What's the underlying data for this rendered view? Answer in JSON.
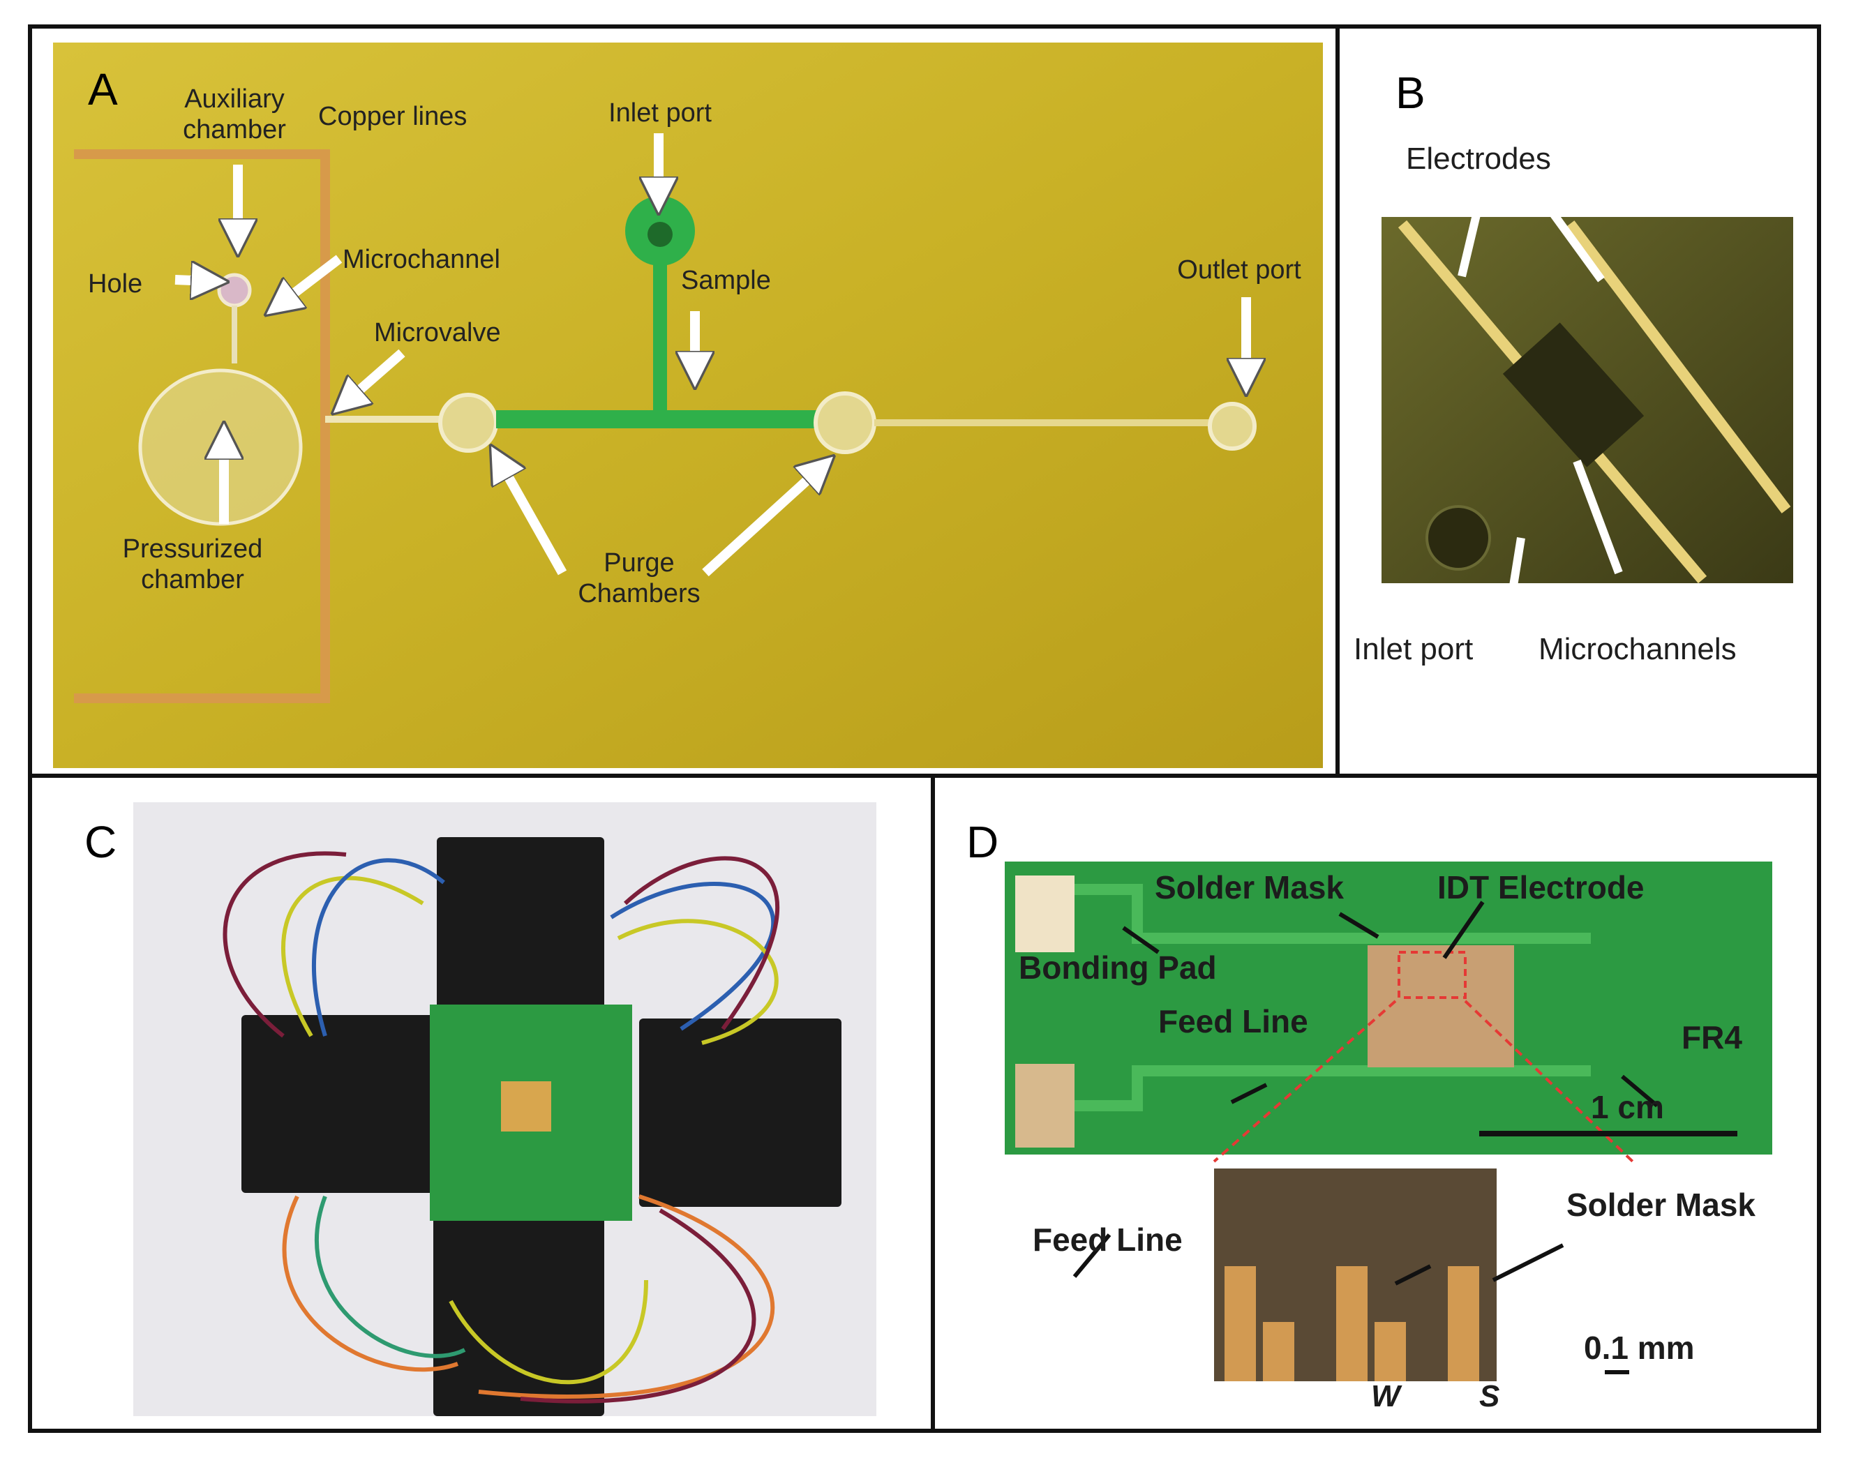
{
  "panels": {
    "a": {
      "letter": "A",
      "labels": {
        "auxiliary_chamber": "Auxiliary\nchamber",
        "copper_lines": "Copper lines",
        "inlet_port": "Inlet port",
        "hole": "Hole",
        "microchannel": "Microchannel",
        "sample": "Sample",
        "outlet_port": "Outlet port",
        "microvalve": "Microvalve",
        "pressurized_chamber": "Pressurized\nchamber",
        "purge_chambers": "Purge\nChambers"
      }
    },
    "b": {
      "letter": "B",
      "labels": {
        "electrodes": "Electrodes",
        "inlet_port": "Inlet port",
        "microchannels": "Microchannels"
      }
    },
    "c": {
      "letter": "C"
    },
    "d": {
      "letter": "D",
      "labels": {
        "solder_mask_top": "Solder Mask",
        "idt_electrode": "IDT Electrode",
        "bonding_pad": "Bonding Pad",
        "feed_line_top": "Feed Line",
        "fr4": "FR4",
        "scale_1cm": "1 cm",
        "feed_line_bottom": "Feed Line",
        "solder_mask_bottom": "Solder Mask",
        "scale_01mm": "0.1 mm",
        "w": "W",
        "s": "S"
      }
    }
  },
  "colors": {
    "polyimide": "#c9b326",
    "green_channel": "#2fb04a",
    "copper": "#d79a4a",
    "pcb_green": "#2c9a42",
    "board_black": "#1a1a1a"
  }
}
